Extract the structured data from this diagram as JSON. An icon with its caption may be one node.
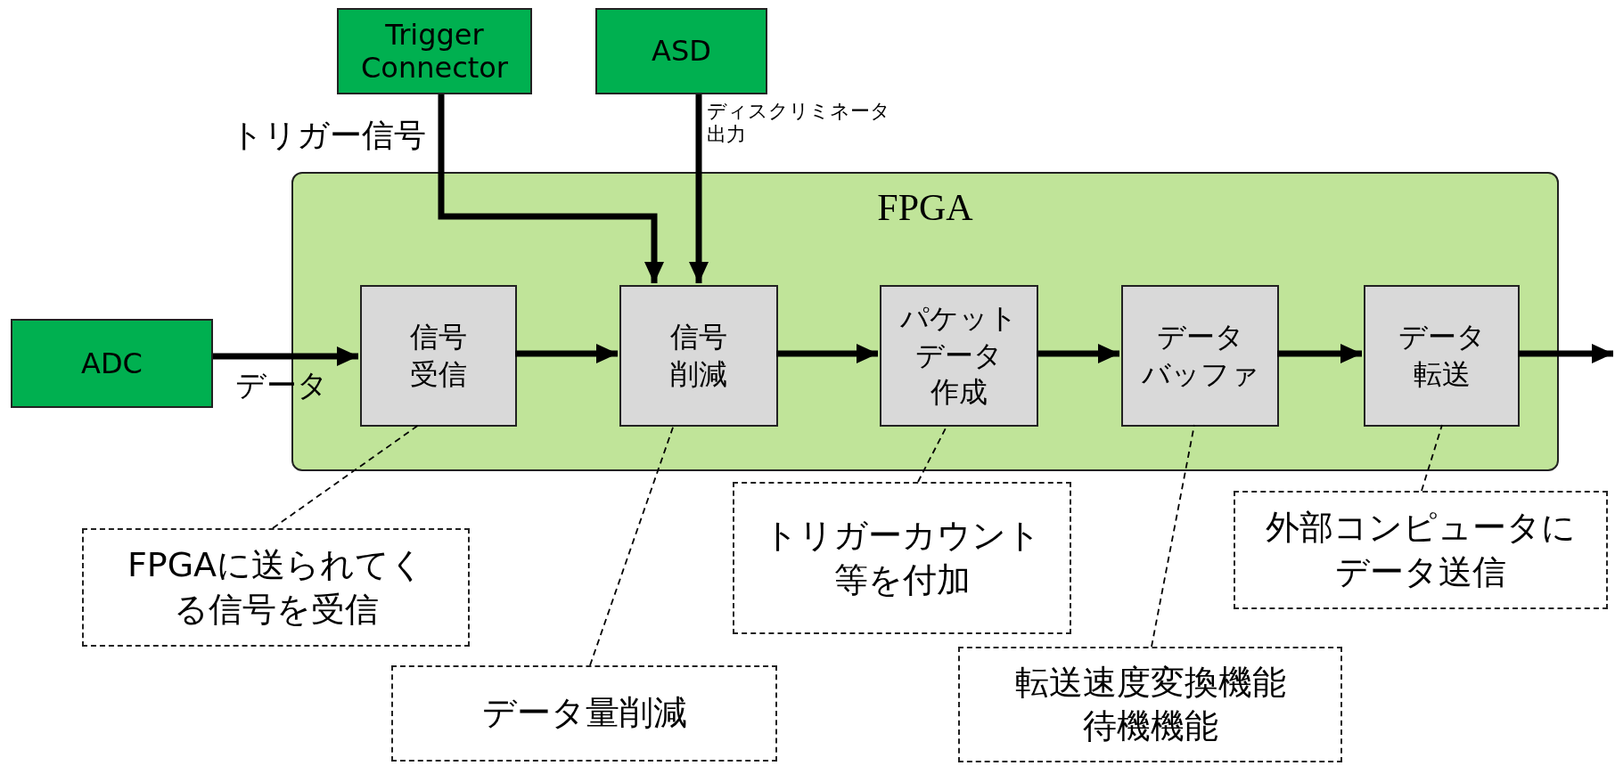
{
  "diagram": {
    "nodes": [
      {
        "text": [
          "Trigger Connector"
        ]
      },
      {
        "text": [
          "ASD"
        ]
      },
      {
        "text": [
          "ADC"
        ]
      },
      {
        "text": [
          "FPGA"
        ]
      },
      {
        "text": [
          "信号受信"
        ],
        "in": 3
      },
      {
        "text": [
          "信号削減"
        ],
        "in": 3
      },
      {
        "text": [
          "パケットデータ作成"
        ],
        "in": 3
      },
      {
        "text": [
          "データバッファ"
        ],
        "in": 3
      },
      {
        "text": [
          "データ転送"
        ],
        "in": 3
      },
      {
        "text": [
          "FPGAに送られてくる信号を受信"
        ]
      },
      {
        "text": [
          "データ量削減"
        ]
      },
      {
        "text": [
          "トリガーカウント等を付加"
        ]
      },
      {
        "text": [
          "転送速度変換機能待機機能"
        ]
      },
      {
        "text": [
          "外部コンピュータにデータ送信"
        ]
      }
    ],
    "edges": [
      {
        "from": 0,
        "to": 5,
        "arrow": "to",
        "label": "トリガー信号"
      },
      {
        "from": 1,
        "to": 5,
        "arrow": "to",
        "label": "ディスクリミネータ出力"
      },
      {
        "from": 2,
        "to": 4,
        "arrow": "to",
        "label": "データ"
      },
      {
        "from": 4,
        "to": 5,
        "arrow": "to"
      },
      {
        "from": 5,
        "to": 6,
        "arrow": "to"
      },
      {
        "from": 6,
        "to": 7,
        "arrow": "to"
      },
      {
        "from": 7,
        "to": 8,
        "arrow": "to"
      },
      {
        "from": 8,
        "to": null,
        "arrow": "to"
      },
      {
        "from": 9,
        "to": 4,
        "arrow": "none",
        "style": "dashed"
      },
      {
        "from": 10,
        "to": 5,
        "arrow": "none",
        "style": "dashed"
      },
      {
        "from": 11,
        "to": 6,
        "arrow": "none",
        "style": "dashed"
      },
      {
        "from": 12,
        "to": 7,
        "arrow": "none",
        "style": "dashed"
      },
      {
        "from": 13,
        "to": 8,
        "arrow": "none",
        "style": "dashed"
      }
    ]
  }
}
